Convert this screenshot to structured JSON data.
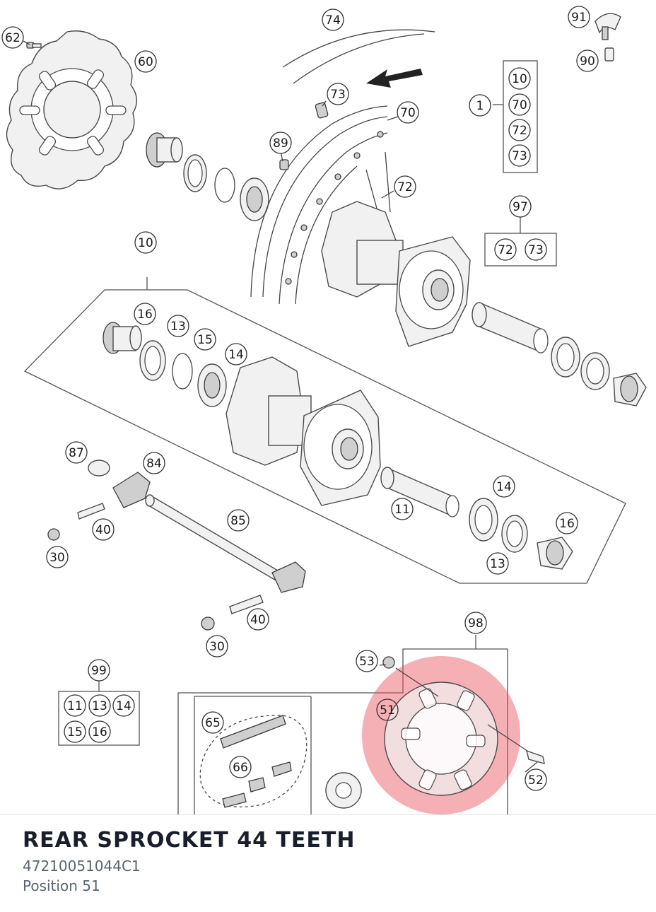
{
  "part": {
    "title": "REAR SPROCKET 44 TEETH",
    "number": "47210051044C1",
    "position": "Position 51"
  },
  "callouts": [
    {
      "id": "c62",
      "label": "62"
    },
    {
      "id": "c60",
      "label": "60"
    },
    {
      "id": "c74",
      "label": "74"
    },
    {
      "id": "c91",
      "label": "91"
    },
    {
      "id": "c90",
      "label": "90"
    },
    {
      "id": "c73a",
      "label": "73"
    },
    {
      "id": "c70a",
      "label": "70"
    },
    {
      "id": "c89",
      "label": "89"
    },
    {
      "id": "c72a",
      "label": "72"
    },
    {
      "id": "c1",
      "label": "1"
    },
    {
      "id": "c1_10",
      "label": "10"
    },
    {
      "id": "c1_70",
      "label": "70"
    },
    {
      "id": "c1_72",
      "label": "72"
    },
    {
      "id": "c1_73",
      "label": "73"
    },
    {
      "id": "c97",
      "label": "97"
    },
    {
      "id": "c97_72",
      "label": "72"
    },
    {
      "id": "c97_73",
      "label": "73"
    },
    {
      "id": "c10",
      "label": "10"
    },
    {
      "id": "c16a",
      "label": "16"
    },
    {
      "id": "c13a",
      "label": "13"
    },
    {
      "id": "c15",
      "label": "15"
    },
    {
      "id": "c14a",
      "label": "14"
    },
    {
      "id": "c87",
      "label": "87"
    },
    {
      "id": "c84",
      "label": "84"
    },
    {
      "id": "c40a",
      "label": "40"
    },
    {
      "id": "c30a",
      "label": "30"
    },
    {
      "id": "c85",
      "label": "85"
    },
    {
      "id": "c11",
      "label": "11"
    },
    {
      "id": "c14b",
      "label": "14"
    },
    {
      "id": "c16b",
      "label": "16"
    },
    {
      "id": "c13b",
      "label": "13"
    },
    {
      "id": "c40b",
      "label": "40"
    },
    {
      "id": "c30b",
      "label": "30"
    },
    {
      "id": "c98",
      "label": "98"
    },
    {
      "id": "c99",
      "label": "99"
    },
    {
      "id": "c99_11",
      "label": "11"
    },
    {
      "id": "c99_13",
      "label": "13"
    },
    {
      "id": "c99_14",
      "label": "14"
    },
    {
      "id": "c99_15",
      "label": "15"
    },
    {
      "id": "c99_16",
      "label": "16"
    },
    {
      "id": "c53",
      "label": "53"
    },
    {
      "id": "c51",
      "label": "51"
    },
    {
      "id": "c65",
      "label": "65"
    },
    {
      "id": "c66",
      "label": "66"
    },
    {
      "id": "c52",
      "label": "52"
    }
  ],
  "highlight": {
    "color": "#e8505b",
    "part": "51"
  }
}
